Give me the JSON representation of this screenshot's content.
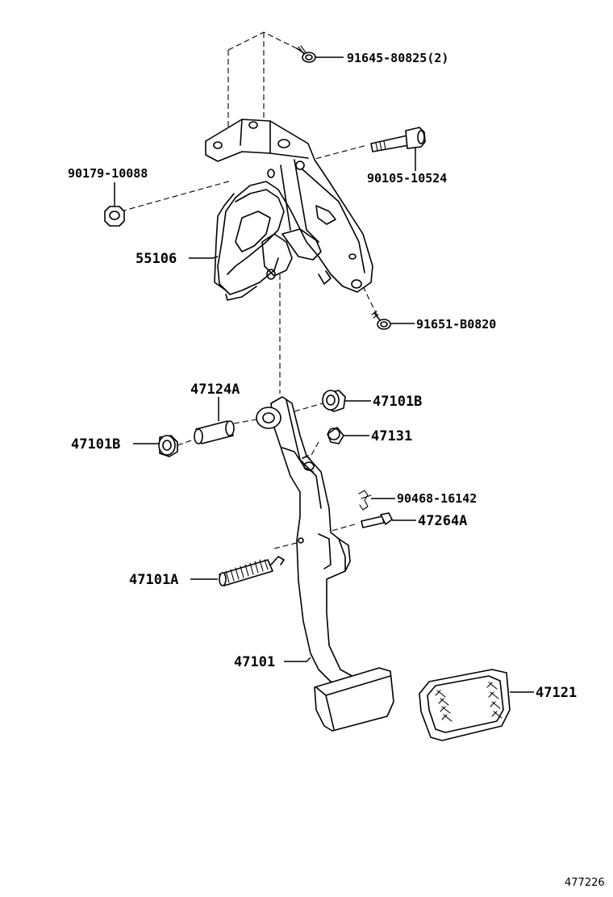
{
  "diagram": {
    "reference_number": "477226",
    "parts": [
      {
        "id": "p1",
        "label": "91645-80825(2)"
      },
      {
        "id": "p2",
        "label": "90105-10524"
      },
      {
        "id": "p3",
        "label": "90179-10088"
      },
      {
        "id": "p4",
        "label": "55106"
      },
      {
        "id": "p5",
        "label": "91651-B0820"
      },
      {
        "id": "p6",
        "label": "47124A"
      },
      {
        "id": "p7",
        "label": "47101B"
      },
      {
        "id": "p8",
        "label": "47101B"
      },
      {
        "id": "p9",
        "label": "47131"
      },
      {
        "id": "p10",
        "label": "90468-16142"
      },
      {
        "id": "p11",
        "label": "47264A"
      },
      {
        "id": "p12",
        "label": "47101A"
      },
      {
        "id": "p13",
        "label": "47101"
      },
      {
        "id": "p14",
        "label": "47121"
      }
    ]
  }
}
